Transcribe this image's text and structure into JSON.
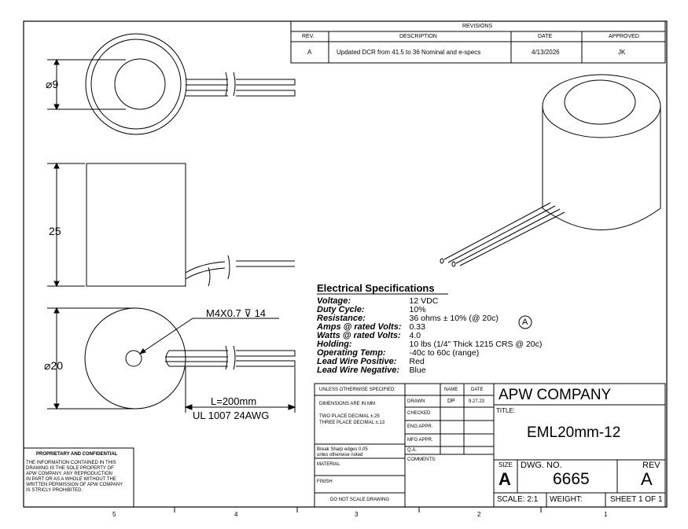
{
  "revisions": {
    "title": "REVISIONS",
    "headers": [
      "REV.",
      "DESCRIPTION",
      "DATE",
      "APPROVED"
    ],
    "rows": [
      {
        "rev": "A",
        "description": "Updated DCR from 41.5 to 36 Nominal and e-specs",
        "date": "4/13/2026",
        "approved": "JK"
      }
    ]
  },
  "dimensions": {
    "inner_dia": "9",
    "length": "25",
    "outer_dia": "20",
    "thread": "M4X0.7",
    "thread_depth": "14",
    "lead_length": "L=200mm",
    "lead_wire": "UL 1007 24AWG"
  },
  "specs": {
    "title": "Electrical Specifications",
    "rows": [
      {
        "label": "Voltage:",
        "value": "12 VDC"
      },
      {
        "label": "Duty Cycle:",
        "value": "10%"
      },
      {
        "label": "Resistance:",
        "value": "36 ohms ± 10% (@ 20c)"
      },
      {
        "label": "Amps @ rated Volts:",
        "value": "0.33"
      },
      {
        "label": "Watts @ rated Volts:",
        "value": "4.0"
      },
      {
        "label": "Holding:",
        "value": "10 lbs (1/4\" Thick 1215 CRS @ 20c)"
      },
      {
        "label": "Operating Temp:",
        "value": "-40c to 60c (range)"
      },
      {
        "label": "Lead Wire Positive:",
        "value": "Red"
      },
      {
        "label": "Lead Wire Negative:",
        "value": "Blue"
      }
    ],
    "rev_marker": "A"
  },
  "proprietary": {
    "title": "PROPRIETARY AND CONFIDENTIAL",
    "lines": [
      "THE INFORMATION CONTAINED IN THIS",
      "DRAWING IS THE SOLE PROPERTY OF",
      "APW COMPANY.  ANY REPRODUCTION",
      "IN PART OR AS A WHOLE WITHOUT THE",
      "WRITTEN PERMISSION OF APW COMPANY",
      "IS STRICLY PROHIBITED."
    ]
  },
  "title_block": {
    "unless": "UNLESS OTHERWISE SPECIFIED:",
    "dims_mm": "DIMENSIONS ARE IN MM",
    "two_place": "TWO PLACE DECIMAL   ±.25",
    "three_place": "THREE PLACE DECIMAL  ±.13",
    "break_edges": "Break Sharp edges 0.05",
    "unless_noted": "unles otherwise noted",
    "material": "MATERIAL",
    "finish": "FINISH",
    "no_scale": "DO NOT SCALE DRAWING",
    "name_hdr": "NAME",
    "date_hdr": "DATE",
    "drawn": "DRAWN",
    "drawn_name": "DP",
    "drawn_date": "9.27.23",
    "checked": "CHECKED",
    "eng": "ENG APPR.",
    "mfg": "MFG APPR.",
    "qa": "Q.A.",
    "comments": "COMMENTS:",
    "company": "APW COMPANY",
    "title_label": "TITLE:",
    "title": "EML20mm-12",
    "size_label": "SIZE",
    "size": "A",
    "dwg_label": "DWG.  NO.",
    "dwg_no": "6665",
    "rev_label": "REV",
    "rev": "A",
    "scale": "SCALE: 2:1",
    "weight": "WEIGHT:",
    "sheet": "SHEET 1 OF 1"
  },
  "zones": [
    "5",
    "4",
    "3",
    "2",
    "1"
  ]
}
